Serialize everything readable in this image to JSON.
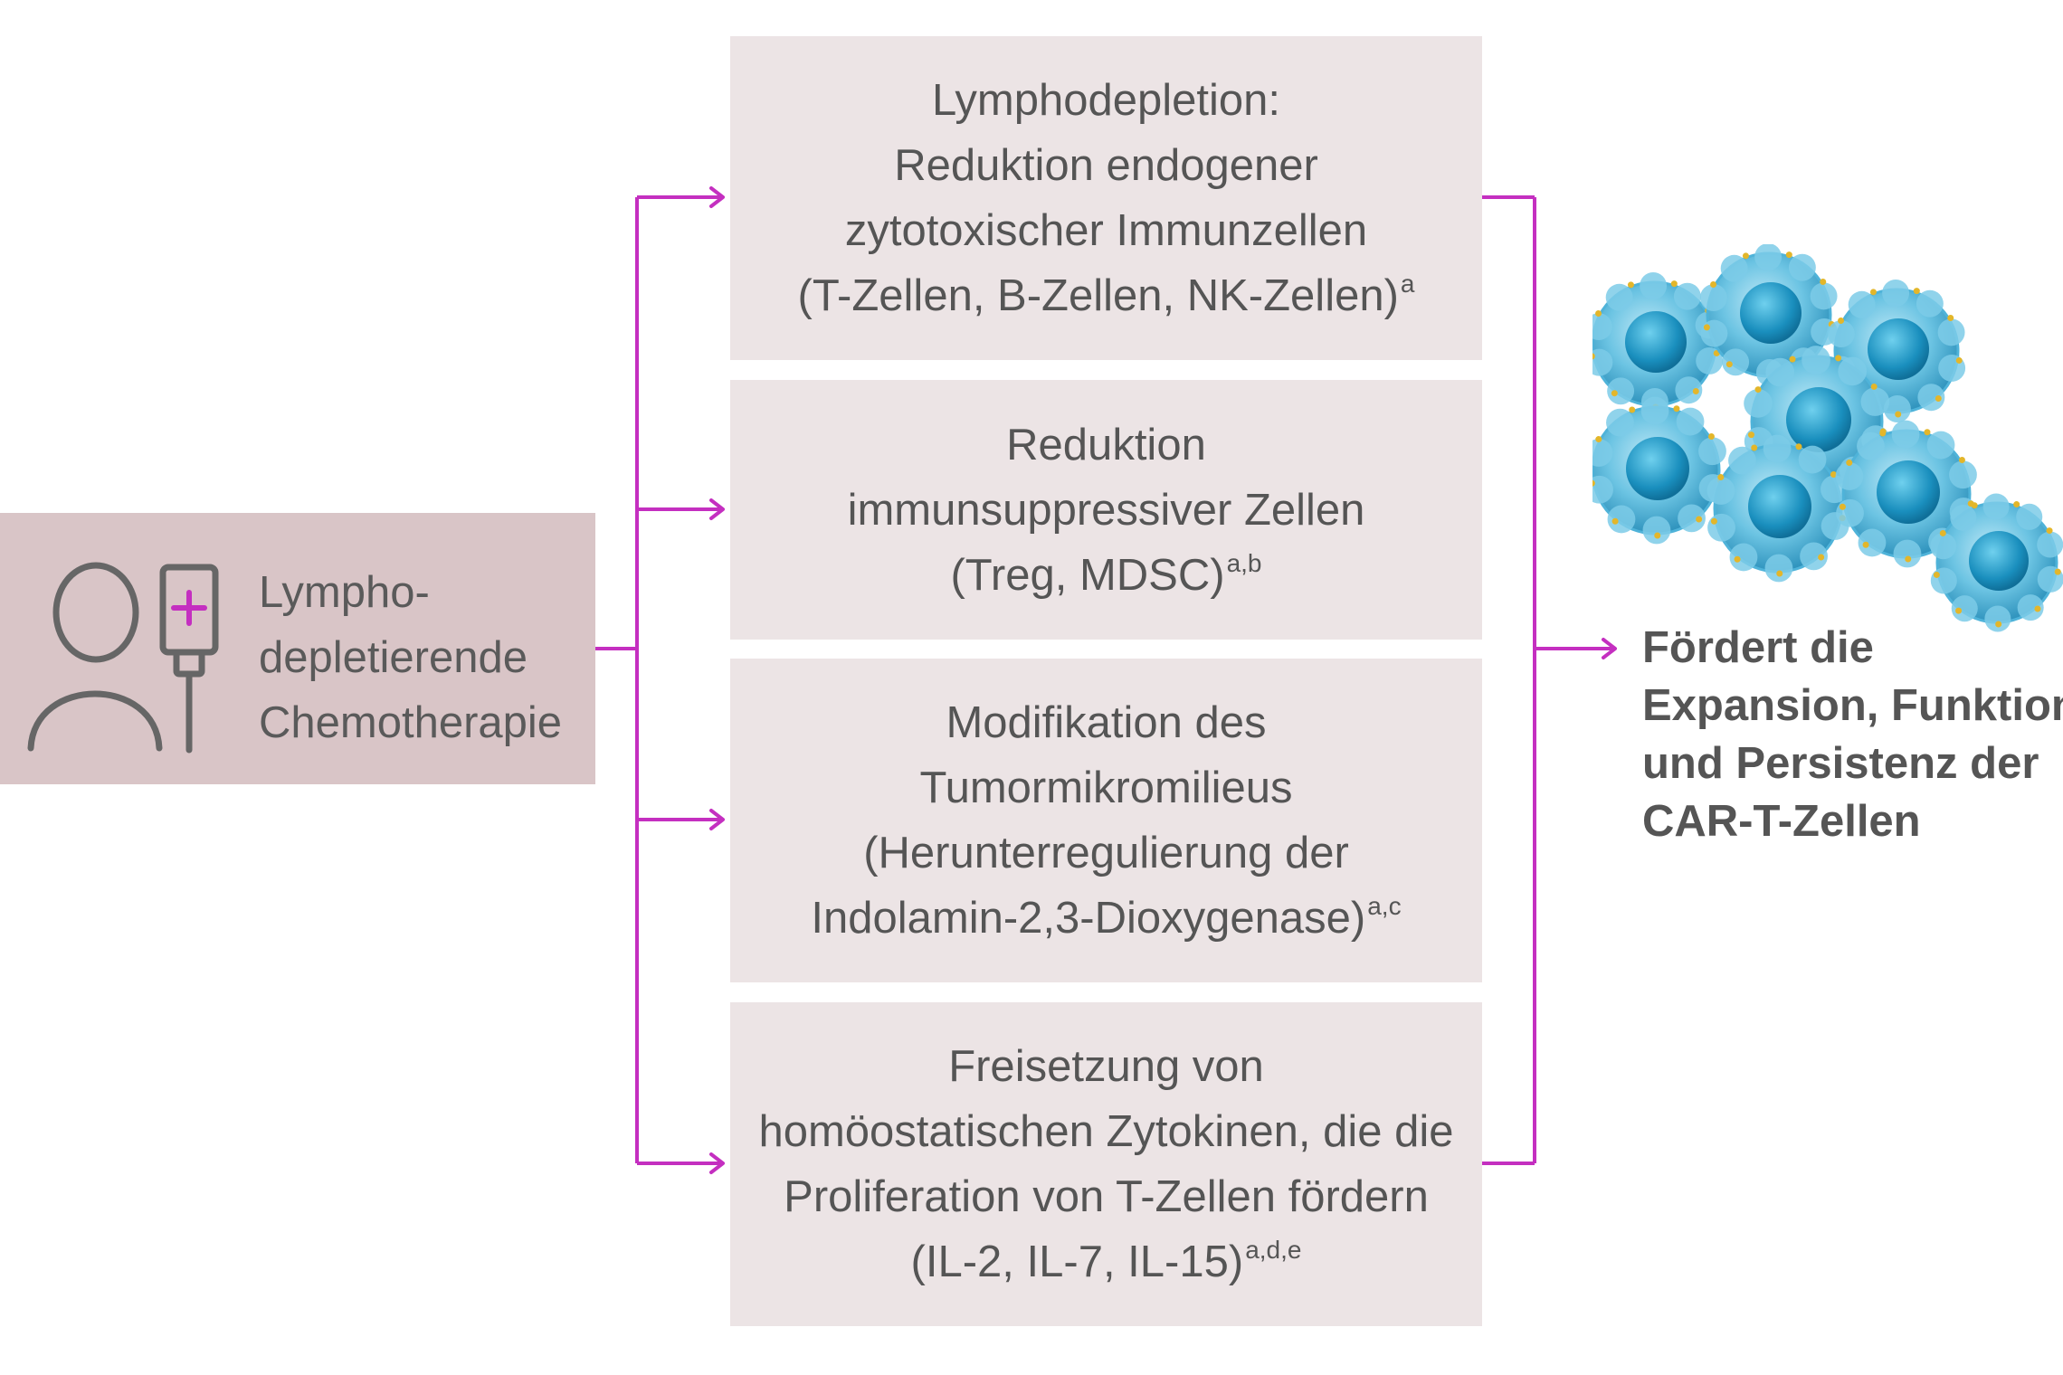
{
  "therapy": {
    "label_lines": [
      "Lympho-",
      "depletierende",
      "Chemotherapie"
    ],
    "icon": "patient-with-iv-bag-icon"
  },
  "boxes": [
    {
      "lines": [
        "Lymphodepletion:",
        "Reduktion endogener",
        "zytotoxischer Immunzellen",
        "(T-Zellen, B-Zellen, NK-Zellen)"
      ],
      "sup": "a"
    },
    {
      "lines": [
        "Reduktion",
        "immunsuppressiver Zellen",
        "(Treg, MDSC)"
      ],
      "sup": "a,b"
    },
    {
      "lines": [
        "Modifikation des",
        "Tumormikromilieus",
        "(Herunterregulierung der",
        "Indolamin-2,3-Dioxygenase)"
      ],
      "sup": "a,c"
    },
    {
      "lines": [
        "Freisetzung von",
        "homöostatischen Zytokinen, die die",
        "Proliferation von T-Zellen fördern",
        "(IL-2, IL-7, IL-15)"
      ],
      "sup": "a,d,e"
    }
  ],
  "result": {
    "lines": [
      "Fördert die",
      "Expansion, Funktion",
      "und Persistenz der",
      "CAR-T-Zellen"
    ],
    "image": "car-t-cells-illustration"
  },
  "colors": {
    "connector": "#c42fc0",
    "therapy_box": "#d9c5c7",
    "step_box": "#ece4e5",
    "text": "#555555",
    "cell": "#3ba7cc"
  }
}
